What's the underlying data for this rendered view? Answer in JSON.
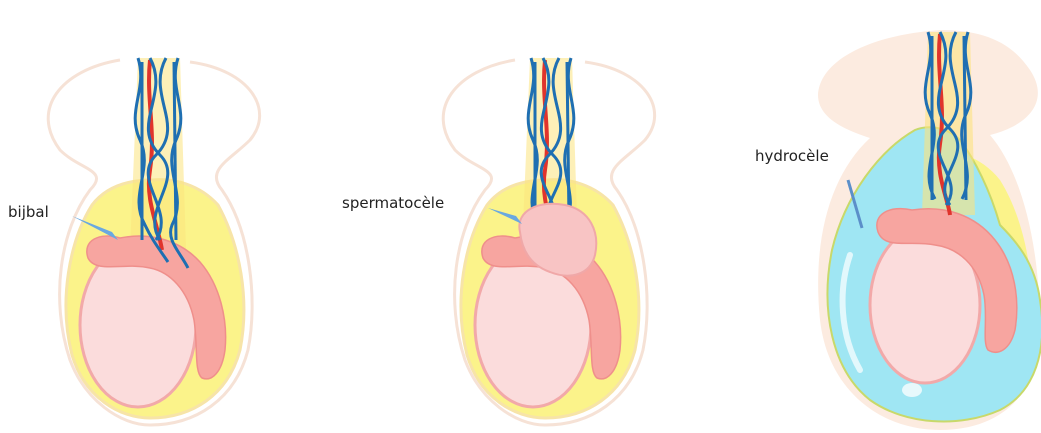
{
  "labels": {
    "epididymis": "bijbal",
    "spermatocele": "spermatocèle",
    "hydrocele": "hydrocèle"
  },
  "colors": {
    "skin_outline": "#f6e2d6",
    "skin_fill": "#fcebe0",
    "fat_layer": "#fbf38a",
    "testis": "#fbdcdc",
    "testis_outline": "#f2a9a9",
    "epididymis": "#f7a5a0",
    "vein": "#1f6fb2",
    "artery": "#e0342c",
    "cord_fill": "#fbe37e",
    "fluid": "#9fe6f3",
    "pointer": "#6aa8e0"
  }
}
